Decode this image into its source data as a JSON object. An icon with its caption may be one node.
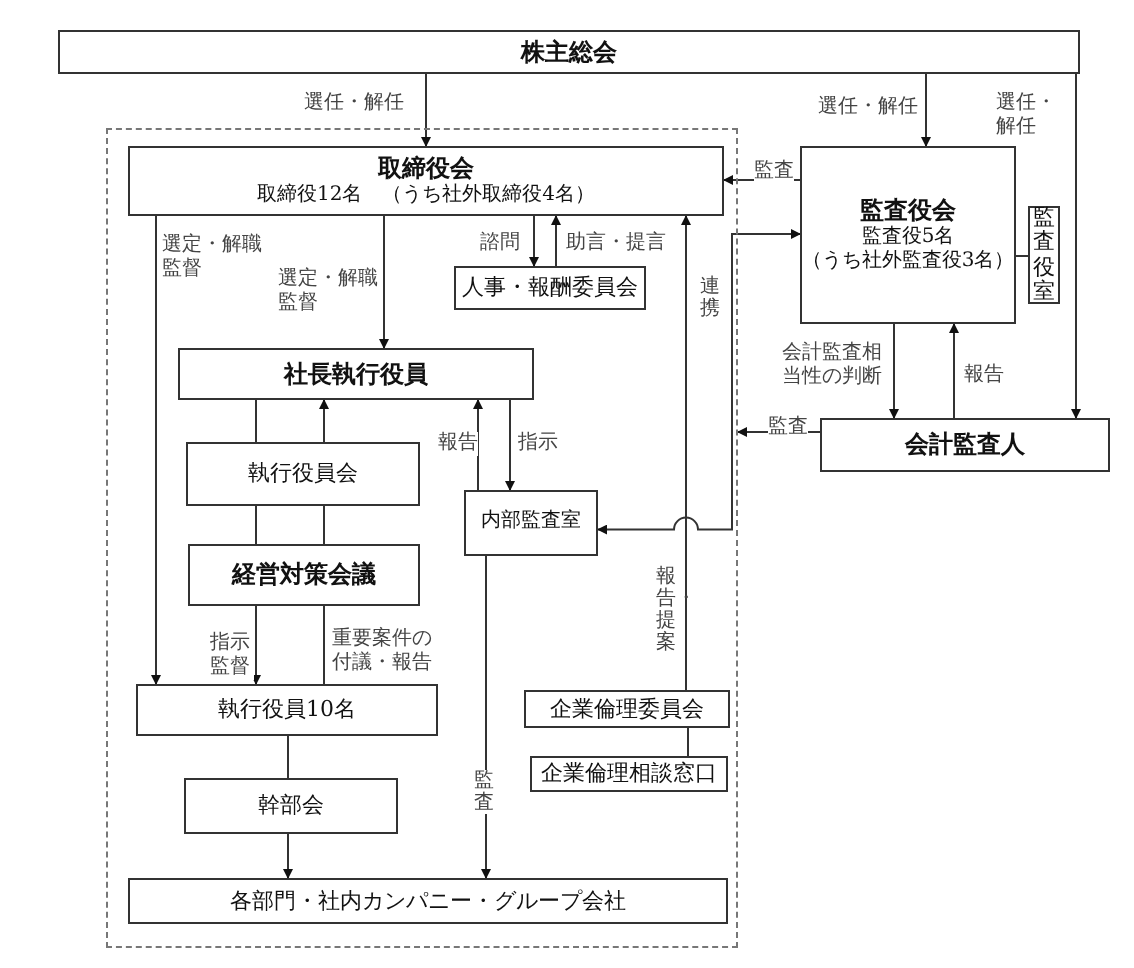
{
  "diagram": {
    "nodes": [
      {
        "text": [
          "株主総会"
        ]
      },
      {
        "text": [],
        "shape": "box"
      },
      {
        "text": [
          "取締役会",
          "取締役12名　（うち社外取締役4名）"
        ],
        "in": 1
      },
      {
        "text": [
          "人事・報酬委員会"
        ],
        "in": 1
      },
      {
        "text": [
          "監査役会",
          "監査役5名",
          "（うち社外監査役3名）"
        ]
      },
      {
        "text": [
          "監査役室"
        ]
      },
      {
        "text": [
          "社長執行役員"
        ],
        "in": 1
      },
      {
        "text": [
          "執行役員会"
        ],
        "in": 1
      },
      {
        "text": [
          "経営対策会議"
        ],
        "in": 1
      },
      {
        "text": [
          "内部監査室"
        ],
        "in": 1
      },
      {
        "text": [
          "会計監査人"
        ]
      },
      {
        "text": [
          "執行役員10名"
        ],
        "in": 1
      },
      {
        "text": [
          "企業倫理委員会"
        ],
        "in": 1
      },
      {
        "text": [
          "企業倫理相談窓口"
        ],
        "in": 1
      },
      {
        "text": [
          "幹部会"
        ],
        "in": 1
      },
      {
        "text": [
          "各部門・社内カンパニー・グループ会社"
        ],
        "in": 1
      }
    ],
    "edges": [
      {
        "from": 0,
        "to": 2,
        "arrow": "to",
        "label": "選任・解任"
      },
      {
        "from": 0,
        "to": 4,
        "arrow": "to",
        "label": "選任・解任"
      },
      {
        "from": 0,
        "to": 10,
        "arrow": "to",
        "label": "選任・解任"
      },
      {
        "from": 4,
        "to": 2,
        "arrow": "to",
        "label": "監査"
      },
      {
        "from": 2,
        "to": 11,
        "arrow": "to",
        "label": "選定・解職監督"
      },
      {
        "from": 2,
        "to": 6,
        "arrow": "to",
        "label": "選定・解職監督"
      },
      {
        "from": 2,
        "to": 3,
        "arrow": "to",
        "label": "諮問"
      },
      {
        "from": 3,
        "to": 2,
        "arrow": "to",
        "label": "助言・提言"
      },
      {
        "from": 12,
        "to": 2,
        "arrow": "to",
        "label": "報告・提案"
      },
      {
        "from": 9,
        "to": 4,
        "arrow": "both",
        "label": "連携"
      },
      {
        "from": 4,
        "to": 5,
        "arrow": "none"
      },
      {
        "from": 6,
        "to": 7,
        "arrow": "none"
      },
      {
        "from": 7,
        "to": 6,
        "arrow": "to"
      },
      {
        "from": 7,
        "to": 8,
        "arrow": "none"
      },
      {
        "from": 8,
        "to": 7,
        "arrow": "none"
      },
      {
        "from": 8,
        "to": 11,
        "arrow": "to",
        "label": "指示監督"
      },
      {
        "from": 11,
        "to": 8,
        "arrow": "none",
        "label": "重要案件の付議・報告"
      },
      {
        "from": 6,
        "to": 9,
        "arrow": "to",
        "label": "指示"
      },
      {
        "from": 9,
        "to": 6,
        "arrow": "to",
        "label": "報告"
      },
      {
        "from": 9,
        "to": 15,
        "arrow": "to",
        "label": "監査"
      },
      {
        "from": 11,
        "to": 14,
        "arrow": "none"
      },
      {
        "from": 14,
        "to": 15,
        "arrow": "to"
      },
      {
        "from": 12,
        "to": 13,
        "arrow": "none"
      },
      {
        "from": 4,
        "to": 10,
        "arrow": "to",
        "label": "会計監査相当性の判断"
      },
      {
        "from": 10,
        "to": 4,
        "arrow": "to",
        "label": "報告"
      },
      {
        "from": 10,
        "to": 1,
        "arrow": "to",
        "label": "監査"
      }
    ]
  }
}
